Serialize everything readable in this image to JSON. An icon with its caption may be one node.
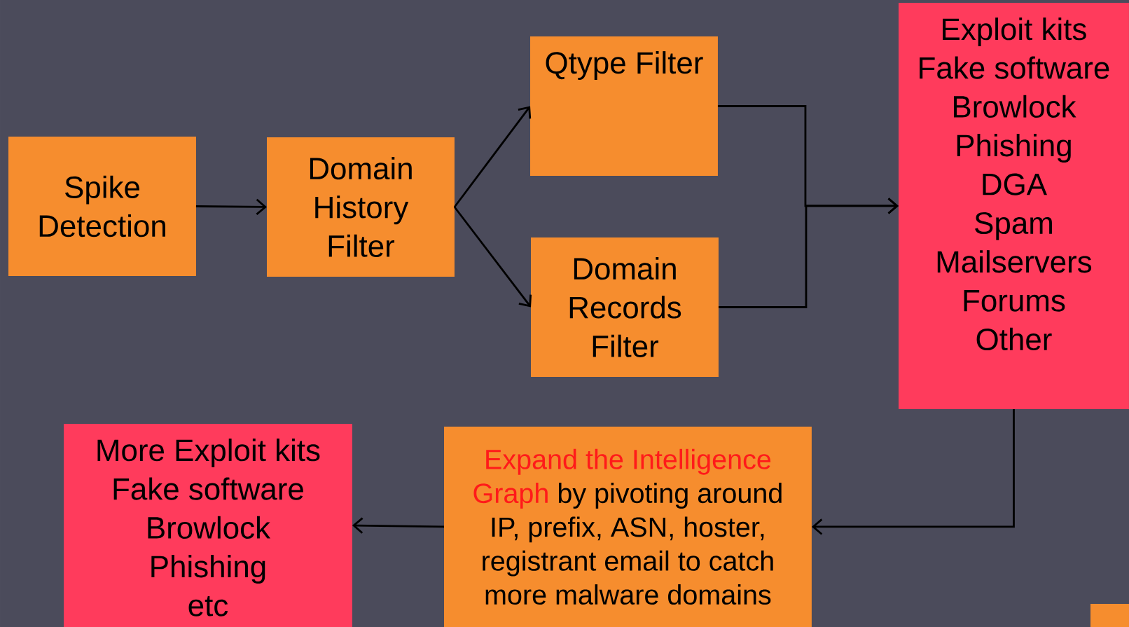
{
  "diagram": {
    "nodes": [
      {
        "text": [
          "Spike Detection"
        ]
      },
      {
        "text": [
          "Domain History Filter"
        ]
      },
      {
        "text": [
          "Qtype Filter"
        ]
      },
      {
        "text": [
          "Domain Records Filter"
        ]
      },
      {
        "text": [
          "Exploit kits",
          "Fake software",
          "Browlock",
          "Phishing",
          "DGA",
          "Spam",
          "Mailservers",
          "Forums",
          "Other"
        ]
      },
      {
        "text": [
          "Expand the Intelligence Graph",
          "by pivoting around IP, prefix, ASN, hoster, registrant email to catch more malware domains"
        ]
      },
      {
        "text": [
          "More Exploit kits",
          "Fake software",
          "Browlock",
          "Phishing",
          "etc"
        ]
      }
    ],
    "edges": [
      {
        "from": 0,
        "to": 1,
        "arrow": "to"
      },
      {
        "from": 1,
        "to": 2,
        "arrow": "to"
      },
      {
        "from": 1,
        "to": 3,
        "arrow": "to"
      },
      {
        "from": 2,
        "to": 4,
        "arrow": "to"
      },
      {
        "from": 3,
        "to": 4,
        "arrow": "to"
      },
      {
        "from": 4,
        "to": 5,
        "arrow": "to"
      },
      {
        "from": 5,
        "to": 6,
        "arrow": "to"
      }
    ]
  }
}
